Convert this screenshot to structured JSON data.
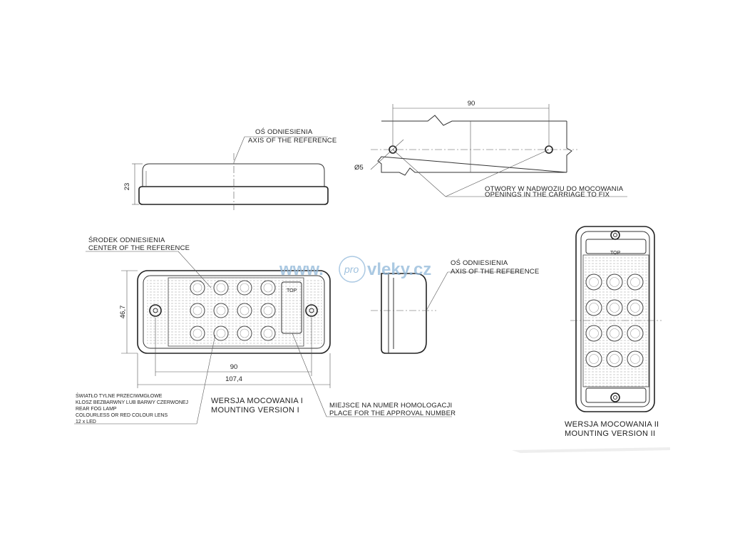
{
  "labels": {
    "axis_pl_top": "OŚ ODNIESIENIA",
    "axis_en_top": "AXIS OF THE REFERENCE",
    "dim_height": "23",
    "dim_hole_spacing": "90",
    "dim_hole_diameter": "Ø5",
    "openings_pl": "OTWORY W NADWOZIU DO MOCOWANIA",
    "openings_en": "OPENINGS IN THE CARRIAGE TO FIX",
    "center_pl": "ŚRODEK ODNIESIENIA",
    "center_en": "CENTER OF THE REFERENCE",
    "dim_width_front": "46,7",
    "dim_holes_front": "90",
    "dim_length_front": "107,4",
    "axis_pl_side": "OŚ ODNIESIENIA",
    "axis_en_side": "AXIS OF THE REFERENCE",
    "lamp_line1": "ŚWIATŁO TYLNE PRZECIWMGŁOWE",
    "lamp_line2": "KLOSZ BEZBARWNY LUB BARWY CZERWONEJ",
    "lamp_line3": "REAR FOG LAMP",
    "lamp_line4": "COLOURLESS OR RED COLOUR LENS",
    "lamp_line5": "12 x LED",
    "version1_pl": "WERSJA MOCOWANIA I",
    "version1_en": "MOUNTING VERSION I",
    "approval_pl": "MIEJSCE NA NUMER HOMOLOGACJI",
    "approval_en": "PLACE FOR THE APPROVAL NUMBER",
    "version2_pl": "WERSJA MOCOWANIA II",
    "version2_en": "MOUNTING VERSION II",
    "top_marker": "TOP",
    "top_marker_small": "TOP"
  },
  "watermark": {
    "left": "www.",
    "pro": "pro",
    "right": "vleky.cz",
    "color": "#8fb7d9"
  },
  "colors": {
    "line": "#333333",
    "background": "#ffffff"
  }
}
